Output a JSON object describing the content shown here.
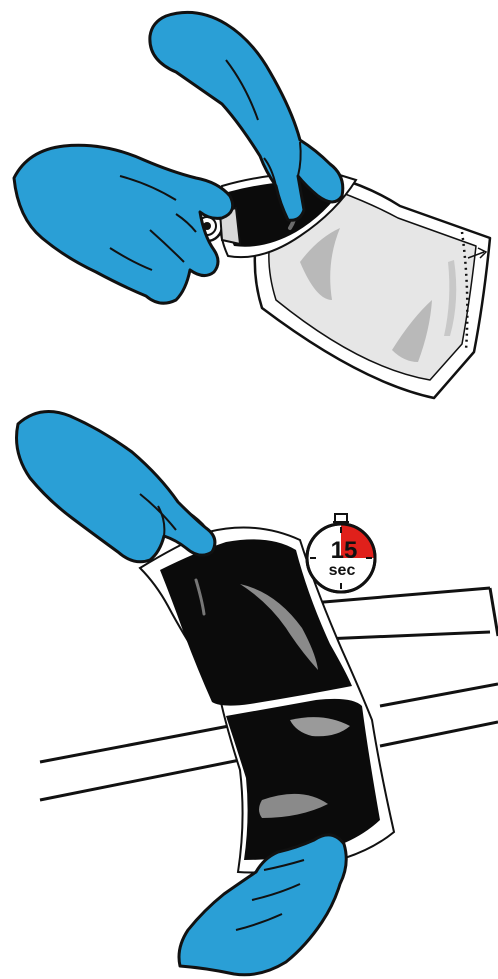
{
  "colors": {
    "glove": "#2A9FD6",
    "glove_dark": "#1F7FB0",
    "pouch": "#0B0B0B",
    "clear_pouch": "#E6E6E6",
    "clear_streak": "#B9B9B9",
    "timer_red": "#E0201B",
    "outline": "#111111"
  },
  "panel_top": {
    "icons": [
      "left-glove-icon",
      "right-glove-icon",
      "clear-pouch-icon",
      "black-pouch-icon",
      "cap-icon",
      "arrow-icon"
    ]
  },
  "panel_bottom": {
    "icons": [
      "top-glove-icon",
      "bottom-glove-icon",
      "black-pouch-icon",
      "table-icon",
      "stopwatch-icon"
    ],
    "timer": {
      "number": "15",
      "unit": "sec",
      "elapsed_fraction": 0.25
    }
  }
}
